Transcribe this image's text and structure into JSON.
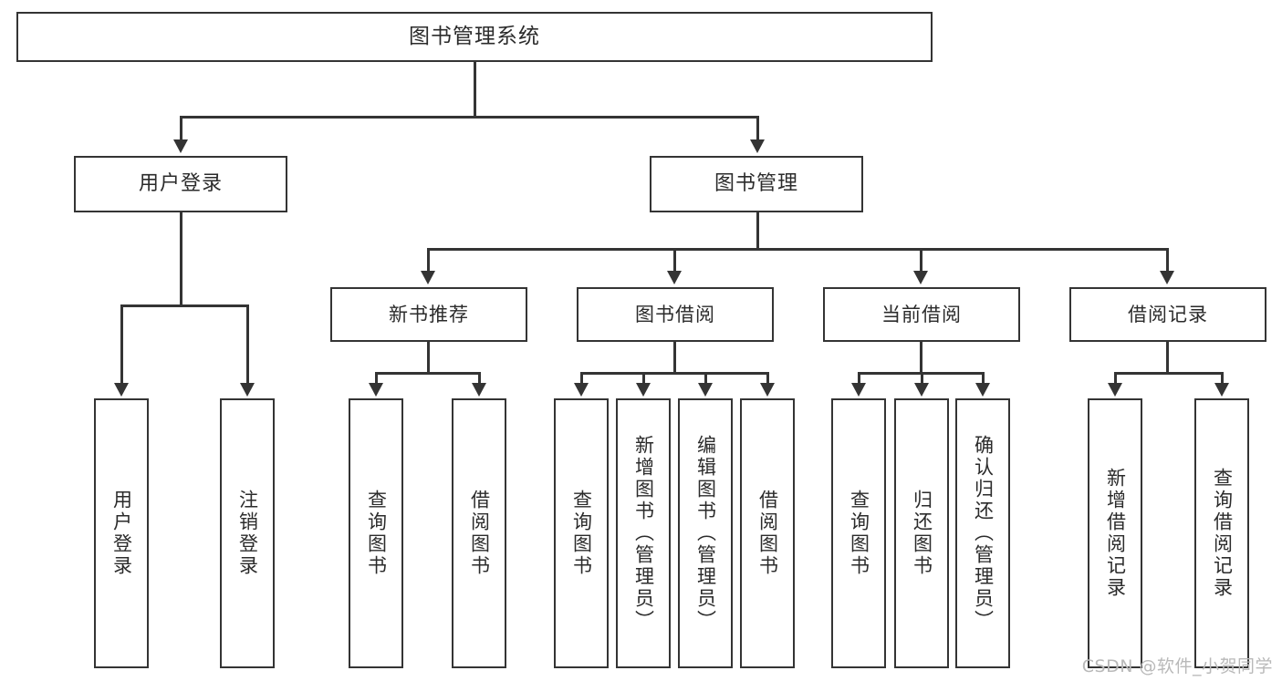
{
  "diagram": {
    "type": "tree-hierarchy",
    "title": "图书管理系统",
    "watermark": "CSDN @软件_小贺同学",
    "colors": {
      "box_border": "#343434",
      "box_fill": "#ffffff",
      "text": "#2b2b2b",
      "connector": "#343434",
      "watermark": "#b9b9b9",
      "background": "#ffffff"
    },
    "root": {
      "label": "图书管理系统"
    },
    "level1": [
      {
        "label": "用户登录"
      },
      {
        "label": "图书管理"
      }
    ],
    "level2": [
      {
        "label": "新书推荐"
      },
      {
        "label": "图书借阅"
      },
      {
        "label": "当前借阅"
      },
      {
        "label": "借阅记录"
      }
    ],
    "leaves": {
      "user_login": [
        {
          "label": "用户登录"
        },
        {
          "label": "注销登录"
        }
      ],
      "new_book_recommend": [
        {
          "label": "查询图书"
        },
        {
          "label": "借阅图书"
        }
      ],
      "book_borrow": [
        {
          "label": "查询图书"
        },
        {
          "label": "新增图书（管理员）"
        },
        {
          "label": "编辑图书（管理员）"
        },
        {
          "label": "借阅图书"
        }
      ],
      "current_borrow": [
        {
          "label": "查询图书"
        },
        {
          "label": "归还图书"
        },
        {
          "label": "确认归还（管理员）"
        }
      ],
      "borrow_record": [
        {
          "label": "新增借阅记录"
        },
        {
          "label": "查询借阅记录"
        }
      ]
    }
  }
}
